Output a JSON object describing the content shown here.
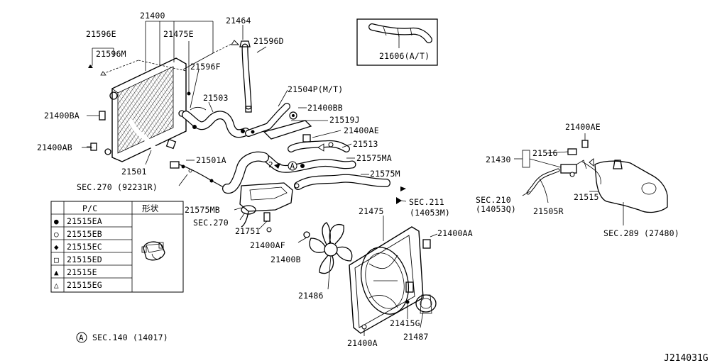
{
  "diagram_code": "J214031G",
  "inset_label": "21606(A/T)",
  "part_labels": {
    "radiator": "21400",
    "clip_596e": "21596E",
    "clip_596m": "21596M",
    "cap_475e": "21475E",
    "hose_464": "21464",
    "clip_596d": "21596D",
    "clip_596f": "21596F",
    "hose_503": "21503",
    "hose_504p": "21504P(M/T)",
    "bolt_400ba": "21400BA",
    "bolt_400bb": "21400BB",
    "bracket_519j": "21519J",
    "bolt_400ab": "21400AB",
    "bolt_400ae_mid": "21400AE",
    "hose_513": "21513",
    "hose_575ma": "21575MA",
    "hose_501": "21501",
    "hose_501a": "21501A",
    "hose_575m": "21575M",
    "hose_575mb": "21575MB",
    "sec_270b": "SEC.270",
    "part_751": "21751",
    "bolt_400af": "21400AF",
    "sec_211": "SEC.211",
    "sec_211_sub": "(14053M)",
    "bolt_400ae_right": "21400AE",
    "part_430": "21430",
    "part_516": "21516",
    "sec_210": "SEC.210",
    "sec_210_sub": "(14053Q)",
    "hose_505r": "21505R",
    "tank_515": "21515",
    "sec_289": "SEC.289 (27480)",
    "shroud_475": "21475",
    "bolt_400aa": "21400AA",
    "fan_400b": "21400B",
    "fan_486": "21486",
    "clip_415g": "21415G",
    "motor_487": "21487",
    "bolt_400a": "21400A"
  },
  "sec_270_pre": "SEC.270 (92231R)",
  "legend": {
    "header_pc": "P/C",
    "header_shape": "形状",
    "rows": [
      {
        "symbol": "●",
        "code": "21515EA"
      },
      {
        "symbol": "○",
        "code": "21515EB"
      },
      {
        "symbol": "◆",
        "code": "21515EC"
      },
      {
        "symbol": "□",
        "code": "21515ED"
      },
      {
        "symbol": "▲",
        "code": "21515E"
      },
      {
        "symbol": "△",
        "code": "21515EG"
      }
    ]
  },
  "footnote": {
    "marker": "A",
    "text": "SEC.140 (14017)"
  },
  "colors": {
    "ink": "#000000",
    "background": "#ffffff"
  }
}
